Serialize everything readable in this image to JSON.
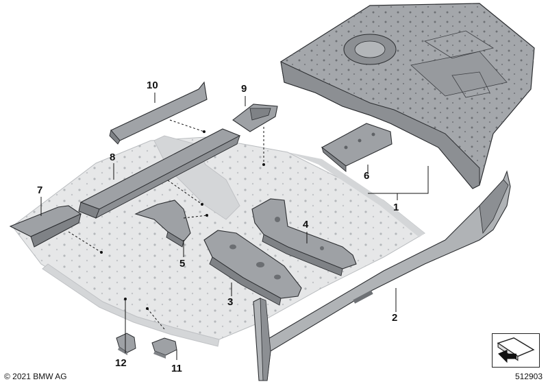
{
  "diagram": {
    "callouts": [
      {
        "id": "1",
        "label": "1"
      },
      {
        "id": "2",
        "label": "2"
      },
      {
        "id": "3",
        "label": "3"
      },
      {
        "id": "4",
        "label": "4"
      },
      {
        "id": "5",
        "label": "5"
      },
      {
        "id": "6",
        "label": "6"
      },
      {
        "id": "7",
        "label": "7"
      },
      {
        "id": "8",
        "label": "8"
      },
      {
        "id": "9",
        "label": "9"
      },
      {
        "id": "10",
        "label": "10"
      },
      {
        "id": "11",
        "label": "11"
      },
      {
        "id": "12",
        "label": "12"
      }
    ],
    "copyright": "© 2021 BMW AG",
    "drawing_number": "512903"
  },
  "colors": {
    "part_dark": "#8c8f93",
    "part_mid": "#a4a7ab",
    "part_light": "#c5c7ca",
    "floor": "#e6e7e8",
    "floor_shade": "#d4d6d8",
    "outline": "#2b2d30",
    "leader": "#111111"
  }
}
